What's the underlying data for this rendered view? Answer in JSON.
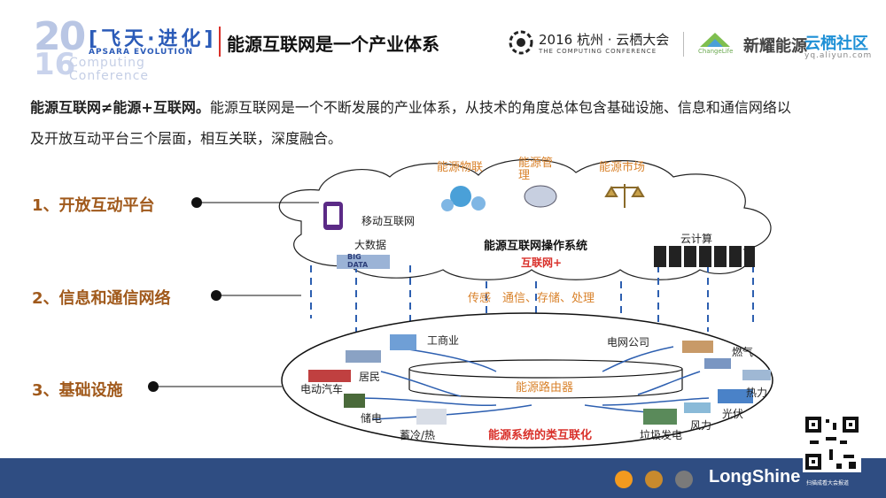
{
  "header": {
    "logo_year_top": "20",
    "logo_year_bottom": "16",
    "logo_computing": "Computing\nConference",
    "logo_slogan": "飞天·进化",
    "logo_english": "APSARA EVOLUTION",
    "title": "能源互联网是一个产业体系",
    "conference_year": "2016 杭州 · 云栖大会",
    "conference_sub": "THE COMPUTING CONFERENCE",
    "partner_changelife": "ChangeLife",
    "partner_name": "新耀能源",
    "community_name": "云栖社区",
    "community_url": "yq.aliyun.com"
  },
  "intro": {
    "lead": "能源互联网≠能源+互联网。",
    "body": "能源互联网是一个不断发展的产业体系，从技术的角度总体包含基础设施、信息和通信网络以及开放互动平台三个层面，相互关联，深度融合。"
  },
  "layers": [
    {
      "label": "1、开放互动平台"
    },
    {
      "label": "2、信息和通信网络"
    },
    {
      "label": "3、基础设施"
    }
  ],
  "cloud": {
    "top_labels": [
      "能源物联",
      "能源管理",
      "能源市场"
    ],
    "mobile": "移动互联网",
    "bigdata": "大数据",
    "bigdata_icon_text": "BIG\nDATA",
    "cloud_computing": "云计算",
    "os_title": "能源互联网操作系统",
    "os_sub": "互联网+"
  },
  "network": {
    "label": "传感　通信、存储、处理"
  },
  "infrastructure": {
    "router": "能源路由器",
    "bottom_caption": "能源系统的类互联化",
    "nodes": [
      "工商业",
      "电网公司",
      "燃气",
      "居民",
      "电动汽车",
      "热力",
      "储电",
      "光伏",
      "蓄冷/热",
      "垃圾发电",
      "风力"
    ]
  },
  "footer": {
    "dots": [
      "#f39a1e",
      "#c98a2d",
      "#7a7a7a"
    ],
    "brand": "LongShine",
    "qr_caption": "扫描成看大会报道"
  }
}
